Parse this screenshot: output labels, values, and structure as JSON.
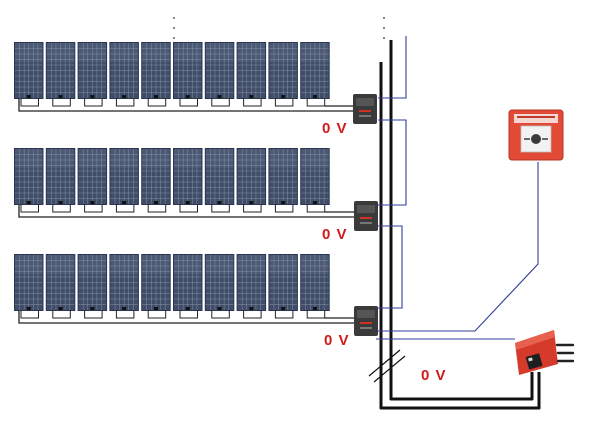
{
  "colors": {
    "panel_cell": "#3f4d69",
    "panel_cell_light": "#55647f",
    "panel_grid": "#8d96a8",
    "panel_frame": "#2b3550",
    "main_cable": "#111111",
    "signal_wire": "#2f3d9a",
    "label_red": "#d11a1a",
    "call_point_body": "#e04a36",
    "call_point_face": "#f2f2f2",
    "inverter_red": "#d63a2a",
    "switch_box": "#3a3a3a"
  },
  "rows": [
    {
      "panel_count": 10,
      "voltage_label": "0 V"
    },
    {
      "panel_count": 10,
      "voltage_label": "0 V"
    },
    {
      "panel_count": 10,
      "voltage_label": "0 V"
    }
  ],
  "inverter_label": "0 V",
  "icons": {
    "fire_call_point": "fire-alarm-call-point-icon",
    "inverter": "inverter-icon",
    "rapid_shutdown_box": "shutdown-switch-icon",
    "cable_break": "cable-break-icon"
  }
}
